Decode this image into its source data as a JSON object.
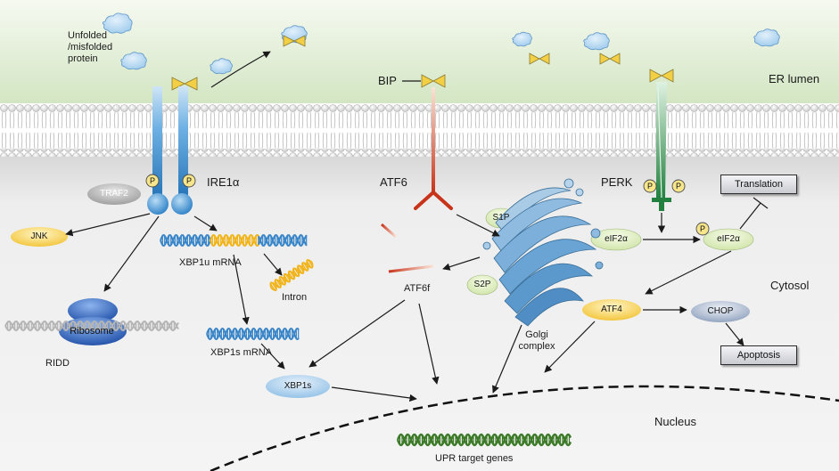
{
  "labels": {
    "unfolded": [
      "Unfolded",
      "/misfolded",
      "protein"
    ],
    "er_lumen": "ER lumen",
    "bip": "BIP",
    "ire1a": "IRE1α",
    "atf6": "ATF6",
    "perk": "PERK",
    "traf2": "TRAF2",
    "jnk": "JNK",
    "xbp1u_mrna": "XBP1u mRNA",
    "intron": "Intron",
    "xbp1s_mrna": "XBP1s mRNA",
    "ribosome": "Ribosome",
    "ridd": "RIDD",
    "xbp1s": "XBP1s",
    "atf6f": "ATF6f",
    "s1p": "S1P",
    "s2p": "S2P",
    "golgi": [
      "Golgi",
      "complex"
    ],
    "translation": "Translation",
    "eif2a_left": "eIF2α",
    "eif2a_right": "eIF2α",
    "p": "P",
    "cytosol": "Cytosol",
    "atf4": "ATF4",
    "chop": "CHOP",
    "apoptosis": "Apoptosis",
    "nucleus": "Nucleus",
    "upr_target_genes": "UPR target genes"
  },
  "colors": {
    "er_lumen_top": "#f4f8ee",
    "er_lumen_bottom": "#d5e8c6",
    "cytosol": "#f0f0f0",
    "membrane_head": "#ffffff",
    "ire1_blue": "#3a8fd0",
    "atf6_red": "#d2462a",
    "perk_green": "#2f9a4c",
    "bip_yellow": "#f3cf45",
    "phospho_yellow": "#f6e58a",
    "helix_blue": "#3a86c8",
    "helix_yellow": "#f1b41c",
    "helix_green": "#3d7a2a",
    "ribosome_blue": "#1f4fa8"
  }
}
